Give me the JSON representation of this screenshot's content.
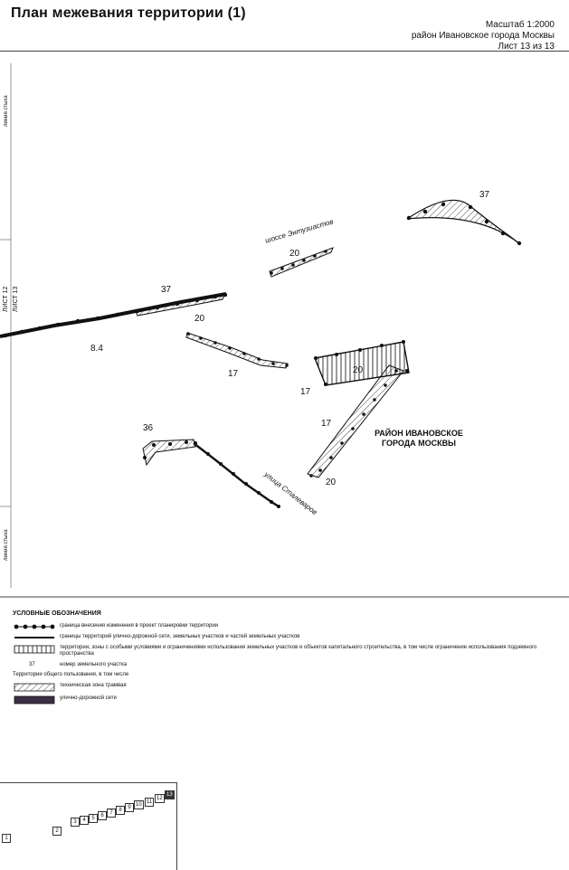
{
  "header": {
    "title": "План межевания территории (1)",
    "scale": "Масштаб 1:2000",
    "district": "район Ивановское города Москвы",
    "sheet": "Лист 13 из 13"
  },
  "map": {
    "edge_label_top": "линия стыка",
    "edge_label_bottom": "линия стыка",
    "sheet_left": "ЛИСТ 12",
    "sheet_right": "ЛИСТ 13",
    "district_line1": "РАЙОН ИВАНОВСКОЕ",
    "district_line2": "ГОРОДА МОСКВЫ",
    "road_1": "шоссе Энтузиастов",
    "road_2": "улица Сталеваров",
    "parcel_labels": [
      {
        "text": "37"
      },
      {
        "text": "20"
      },
      {
        "text": "37"
      },
      {
        "text": "20"
      },
      {
        "text": "8.4"
      },
      {
        "text": "17"
      },
      {
        "text": "20"
      },
      {
        "text": "17"
      },
      {
        "text": "17"
      },
      {
        "text": "36"
      },
      {
        "text": "20"
      }
    ]
  },
  "legend": {
    "title": "УСЛОВНЫЕ ОБОЗНАЧЕНИЯ",
    "items": [
      {
        "text": "граница внесения изменения в проект планировки территории"
      },
      {
        "text": "границы территорий улично-дорожной сети, земельных участков и частей земельных участков"
      },
      {
        "text": "территории, зоны с особыми условиями и ограничениями использования земельных участков и объектов капитального строительства, в том числе ограничение использования подземного пространства"
      },
      {
        "symbol": "37",
        "text": "номер земельного участка"
      }
    ],
    "subheading": "Территории общего пользования, в том числе",
    "sub_items": [
      {
        "text": "техническая зона трамвая"
      },
      {
        "text": "улично-дорожной сети"
      }
    ]
  },
  "index_map": {
    "cells": [
      "1",
      "2",
      "3",
      "4",
      "5",
      "6",
      "7",
      "8",
      "9",
      "10",
      "11",
      "12",
      "13"
    ]
  }
}
